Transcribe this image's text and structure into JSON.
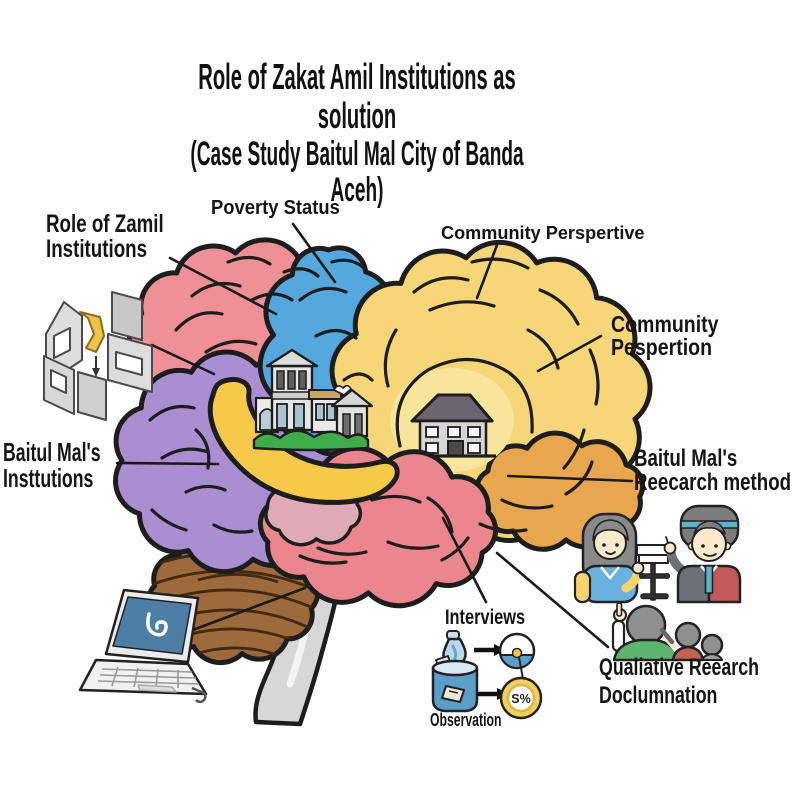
{
  "title": {
    "line1": "Role of Zakat Amil Institutions as solution",
    "line2": "(Case Study Baitul Mal City of Banda Aceh)"
  },
  "labels": {
    "poverty_status": "Poverty Status",
    "role_of_zamil_line1": "Role of Zamil",
    "role_of_zamil_line2": "Institutions",
    "community_perspective": "Community Perspertive",
    "community_pespertion_line1": "Community",
    "community_pespertion_line2": "Pespertion",
    "baitul_institutions_line1": "Baitul Mal's",
    "baitul_institutions_line2": "Insttutions",
    "research_method_line1": "Baitul Mal's",
    "research_method_line2": "Reecarch method",
    "interviews": "Interviews",
    "observation": "Observation",
    "qualitative_line1": "Qualiative Reearch",
    "qualitative_line2": "Doclumnation"
  },
  "icons": {
    "coin_label": "S%",
    "construction_house": "isometric-house-under-construction-icon",
    "laptop": "laptop-with-hook-logo-icon",
    "bottle_can": "interview-bottle-and-can-icon",
    "survey_bowl": "survey-bowl-icon",
    "coin": "percentage-coin-icon",
    "researchers": "two-researchers-with-signpost-icon",
    "audience": "audience-raising-hands-icon"
  },
  "colors": {
    "outline": "#1d1d1d",
    "frontal_pink": "#ef9097",
    "parietal_blue": "#55a8dd",
    "occipital_yellow": "#f7d67a",
    "occipital_orange": "#e8a74e",
    "temporal_purple": "#a98fd2",
    "ribbon_yellow": "#f7c94b",
    "temporal_pink": "#eb858e",
    "temporal_pink_light": "#dfaab3",
    "cerebellum_brown": "#9c6a3b",
    "stem_gray": "#d7d7d7",
    "grass_green": "#3fae4a",
    "halo_yellow": "#f9e49b",
    "screen_blue": "#4d7fa6",
    "icon_blue": "#5b9ec9",
    "coin_yellow": "#f3d05b",
    "skin": "#fde9cd",
    "woman_blue": "#6cb0e0",
    "sleeve_yellow": "#f5d470",
    "man_gray": "#6e7078",
    "man_red": "#c25a5a",
    "teal": "#5fb0c9",
    "hair_gray": "#8a8a8a",
    "audience_green": "#5cb56d",
    "audience_red": "#c66054"
  }
}
